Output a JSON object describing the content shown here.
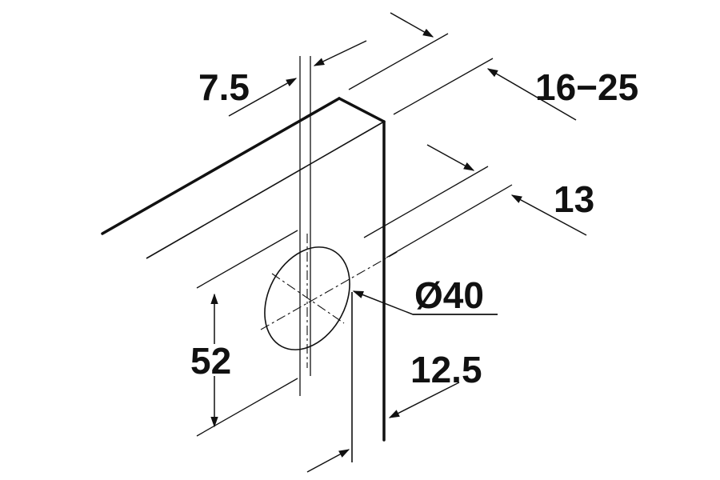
{
  "dimensions": {
    "door_thickness": "16−25",
    "edge_offset": "7.5",
    "bore_depth": "13",
    "bore_diameter": "Ø40",
    "vertical_distance": "52",
    "side_offset": "12.5"
  },
  "colors": {
    "line": "#111111",
    "background": "#ffffff"
  }
}
